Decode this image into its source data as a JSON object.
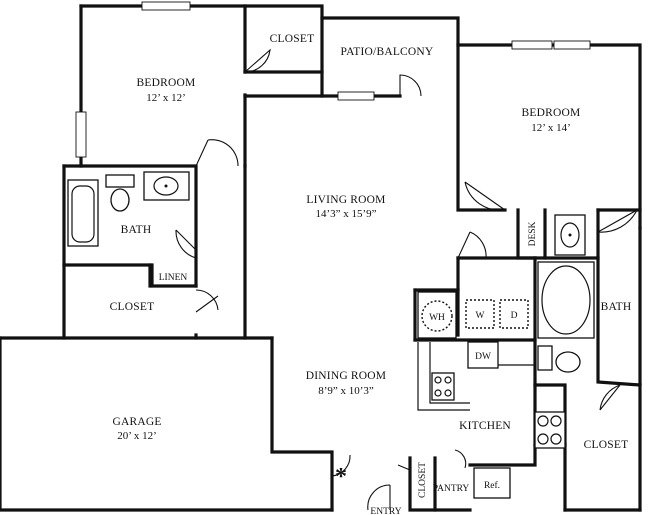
{
  "rooms": {
    "bedroom_left": {
      "name": "BEDROOM",
      "size": "12’ x 12’"
    },
    "closet_top": {
      "name": "CLOSET"
    },
    "patio": {
      "name": "PATIO/BALCONY"
    },
    "bedroom_right": {
      "name": "BEDROOM",
      "size": "12’ x 14’"
    },
    "bath_left": {
      "name": "BATH"
    },
    "linen": {
      "name": "LINEN"
    },
    "living": {
      "name": "LIVING ROOM",
      "size": "14’3” x 15’9”"
    },
    "desk": {
      "name": "DESK"
    },
    "bath_right": {
      "name": "BATH"
    },
    "closet_left": {
      "name": "CLOSET"
    },
    "garage": {
      "name": "GARAGE",
      "size": "20’ x 12’"
    },
    "dining": {
      "name": "DINING ROOM",
      "size": "8’9” x 10’3”"
    },
    "kitchen": {
      "name": "KITCHEN"
    },
    "closet_right": {
      "name": "CLOSET"
    },
    "closet_entry": {
      "name": "CLOSET"
    },
    "pantry": {
      "name": "PANTRY"
    },
    "entry": {
      "name": "ENTRY"
    }
  },
  "appliances": {
    "water_heater": "WH",
    "washer": "W",
    "dryer": "D",
    "dishwasher": "DW",
    "refrigerator": "Ref."
  },
  "marker": "*"
}
